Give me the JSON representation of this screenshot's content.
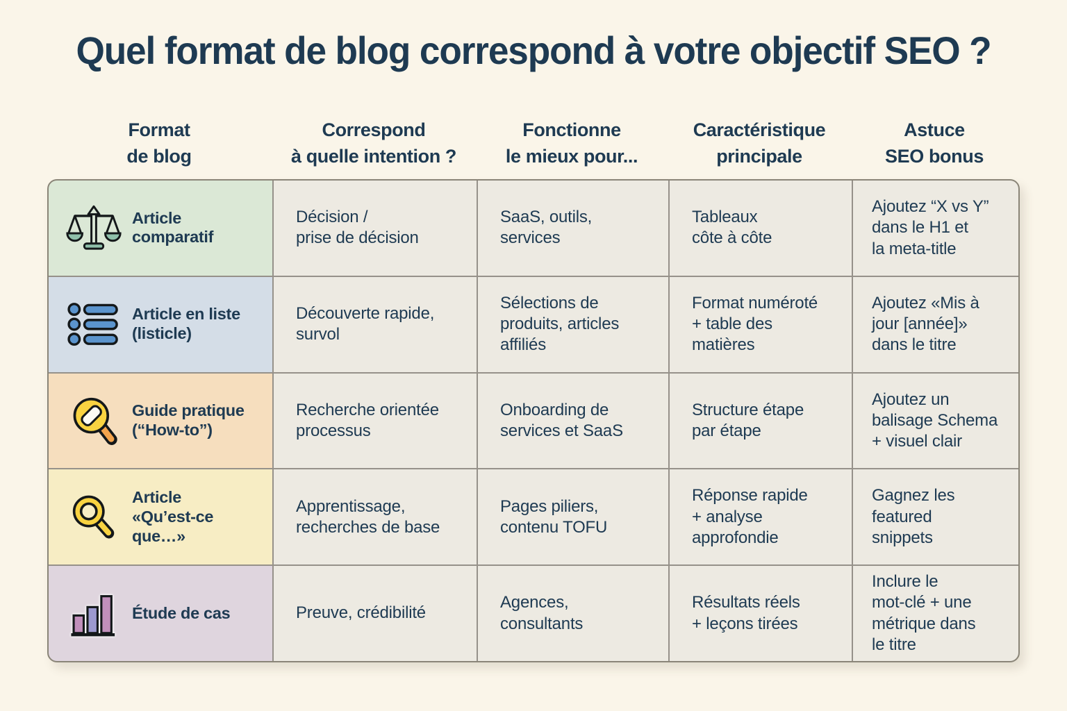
{
  "title": "Quel format de blog correspond à votre objectif SEO ?",
  "colors": {
    "page_background": "#faf5e9",
    "text_navy": "#1e3a52",
    "cell_background": "#edeae2",
    "grid_line": "#96918a",
    "icon_teal": "#8fc0aa",
    "icon_blue": "#5b94cd",
    "icon_yellow": "#f9d341",
    "icon_orange": "#f5a44c",
    "icon_purple": "#c18fbb",
    "icon_lavender": "#9c99cf"
  },
  "chart_data": {
    "type": "table",
    "title": "Quel format de blog correspond à votre objectif SEO ?",
    "columns": [
      {
        "line1": "Format",
        "line2": "de blog"
      },
      {
        "line1": "Correspond",
        "line2": "à quelle intention ?"
      },
      {
        "line1": "Fonctionne",
        "line2": "le mieux pour..."
      },
      {
        "line1": "Caractéristique",
        "line2": "principale"
      },
      {
        "line1": "Astuce",
        "line2": "SEO bonus"
      }
    ],
    "rows": [
      {
        "icon": "balance-scale-icon",
        "bg_color": "#dbe8d6",
        "cells": {
          "format": "Article\ncomparatif",
          "intention": "Décision /\nprise de décision",
          "best_for": "SaaS, outils,\nservices",
          "key_feature": "Tableaux\ncôte à côte",
          "seo_tip": "Ajoutez “X vs Y”\ndans le H1 et\nla meta-title"
        }
      },
      {
        "icon": "bullet-list-icon",
        "bg_color": "#d4dde7",
        "cells": {
          "format": "Article en liste\n(listicle)",
          "intention": "Découverte rapide,\nsurvol",
          "best_for": "Sélections de\nproduits, articles\naffiliés",
          "key_feature": "Format numéroté\n+ table des\nmatières",
          "seo_tip": "Ajoutez «Mis à\njour [année]»\ndans le titre"
        }
      },
      {
        "icon": "howto-magnifier-icon",
        "bg_color": "#f6debe",
        "cells": {
          "format": "Guide pratique\n(“How-to”)",
          "intention": "Recherche orientée\nprocessus",
          "best_for": "Onboarding de\nservices et SaaS",
          "key_feature": "Structure étape\npar étape",
          "seo_tip": "Ajoutez un\nbalisage Schema\n+ visuel clair"
        }
      },
      {
        "icon": "search-magnifier-icon",
        "bg_color": "#f7edc4",
        "cells": {
          "format": "Article\n«Qu’est-ce\nque…»",
          "intention": "Apprentissage,\nrecherches de base",
          "best_for": "Pages piliers,\ncontenu TOFU",
          "key_feature": "Réponse rapide\n+ analyse\napprofondie",
          "seo_tip": "Gagnez les\nfeatured\nsnippets"
        }
      },
      {
        "icon": "bar-chart-icon",
        "bg_color": "#dfd5de",
        "cells": {
          "format": "Étude de cas",
          "intention": "Preuve, crédibilité",
          "best_for": "Agences,\nconsultants",
          "key_feature": "Résultats réels\n+ leçons tirées",
          "seo_tip": "Inclure le\nmot-clé + une\nmétrique dans\nle titre"
        }
      }
    ]
  }
}
